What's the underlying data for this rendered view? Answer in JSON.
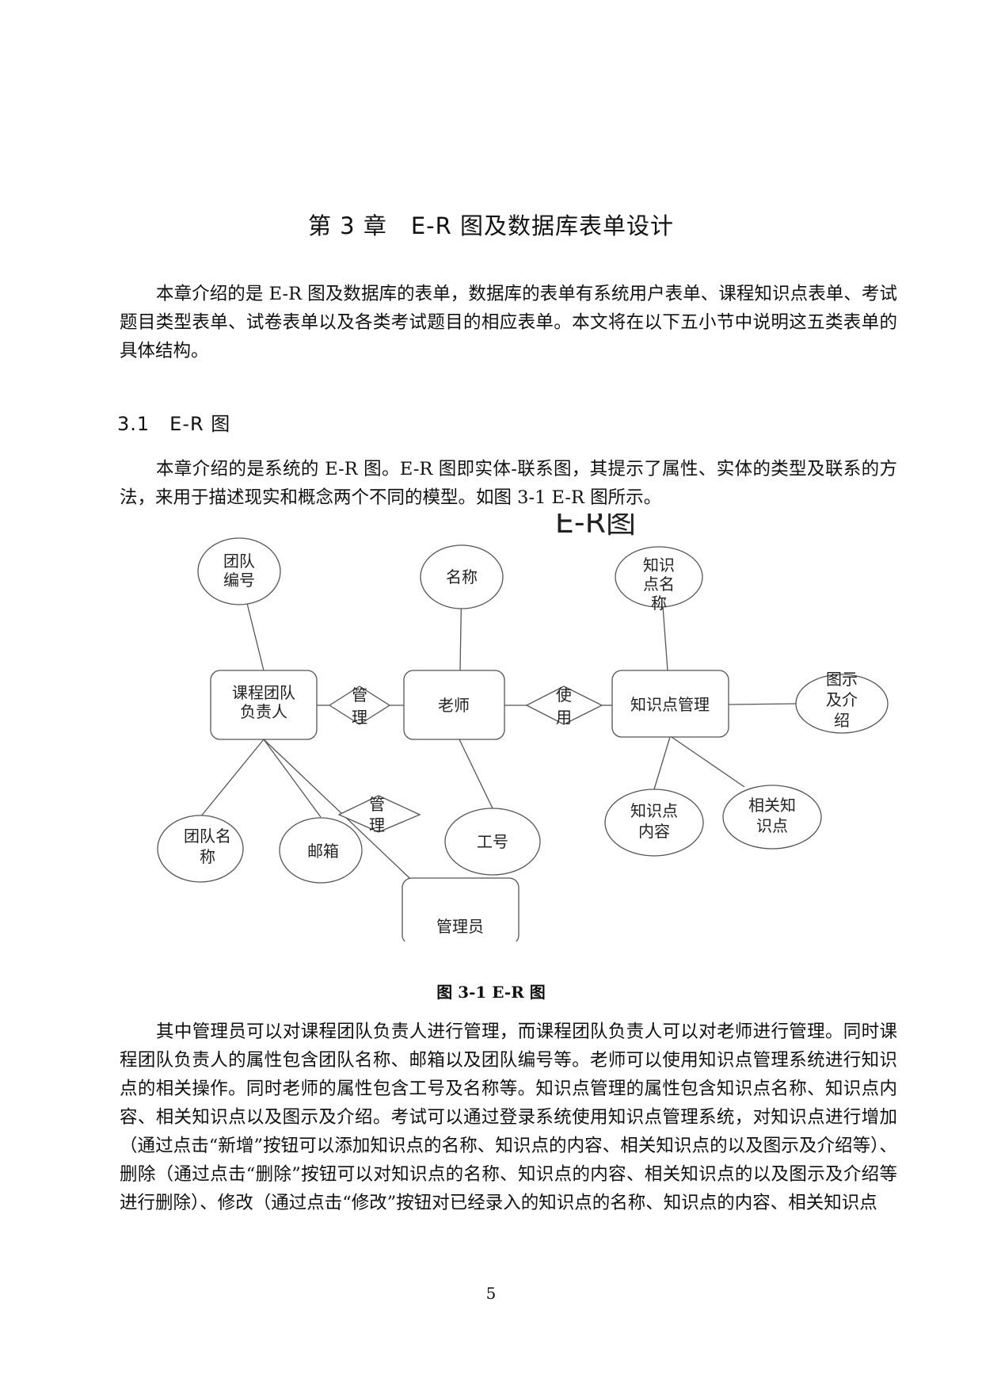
{
  "chapter_title": "第 3 章　E-R 图及数据库表单设计",
  "intro_paragraph": "本章介绍的是 E-R 图及数据库的表单，数据库的表单有系统用户表单、课程知识点表单、考试题目类型表单、试卷表单以及各类考试题目的相应表单。本文将在以下五小节中说明这五类表单的具体结构。",
  "section": {
    "heading": "3.1　E-R 图",
    "paragraph": "本章介绍的是系统的 E-R 图。E-R 图即实体-联系图，其提示了属性、实体的类型及联系的方法，来用于描述现实和概念两个不同的模型。如图 3-1 E-R 图所示。"
  },
  "diagram": {
    "title": "E-R图",
    "entities": [
      {
        "id": "leader",
        "lines": [
          "课程团队",
          "负责人"
        ]
      },
      {
        "id": "teacher",
        "lines": [
          "老师"
        ]
      },
      {
        "id": "knowledge_mgmt",
        "lines": [
          "知识点管理"
        ]
      },
      {
        "id": "admin",
        "lines": [
          "管理员"
        ]
      }
    ],
    "relationships": [
      {
        "id": "rel_manage_1",
        "lines": [
          "管",
          "理"
        ]
      },
      {
        "id": "rel_use",
        "lines": [
          "使",
          "用"
        ]
      },
      {
        "id": "rel_manage_2",
        "lines": [
          "管",
          "理"
        ]
      }
    ],
    "attributes": [
      {
        "id": "team_no",
        "lines": [
          "团队",
          "编号"
        ]
      },
      {
        "id": "name",
        "lines": [
          "名称"
        ]
      },
      {
        "id": "kp_name",
        "lines": [
          "知识",
          "点名",
          "称"
        ]
      },
      {
        "id": "diagram_intro",
        "lines": [
          "图示",
          "及介",
          "绍"
        ]
      },
      {
        "id": "team_name",
        "lines": [
          "团队名",
          "称"
        ]
      },
      {
        "id": "email",
        "lines": [
          "邮箱"
        ]
      },
      {
        "id": "staff_no",
        "lines": [
          "工号"
        ]
      },
      {
        "id": "kp_content",
        "lines": [
          "知识点",
          "内容"
        ]
      },
      {
        "id": "related_kp",
        "lines": [
          "相关知",
          "识点"
        ]
      }
    ]
  },
  "figure_caption": "图 3-1  E-R 图",
  "body_paragraph": "其中管理员可以对课程团队负责人进行管理，而课程团队负责人可以对老师进行管理。同时课程团队负责人的属性包含团队名称、邮箱以及团队编号等。老师可以使用知识点管理系统进行知识点的相关操作。同时老师的属性包含工号及名称等。知识点管理的属性包含知识点名称、知识点内容、相关知识点以及图示及介绍。考试可以通过登录系统使用知识点管理系统，对知识点进行增加（通过点击“新增”按钮可以添加知识点的名称、知识点的内容、相关知识点的以及图示及介绍等）、删除（通过点击“删除”按钮可以对知识点的名称、知识点的内容、相关知识点的以及图示及介绍等进行删除）、修改（通过点击“修改”按钮对已经录入的知识点的名称、知识点的内容、相关知识点",
  "page_number": "5"
}
